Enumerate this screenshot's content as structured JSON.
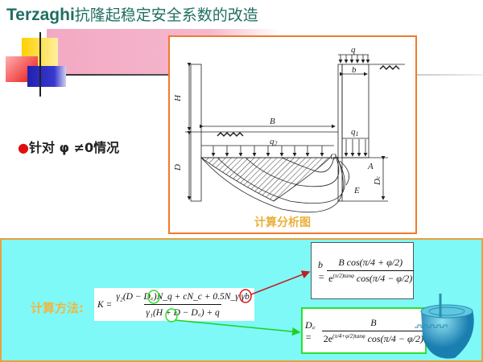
{
  "slide": {
    "title_latin": "Terzaghi",
    "title_cn": "抗隆起稳定安全系数的改造",
    "bullet": "针对 φ ≠0情况",
    "bullet_marker": "●"
  },
  "diagram": {
    "caption": "计算分析图",
    "labels": {
      "H": "H",
      "D": "D",
      "B": "B",
      "q": "q",
      "b": "b",
      "q1": "q",
      "q1_sub": "1",
      "q2": "q",
      "q2_sub": "2",
      "O": "O",
      "A": "A",
      "E": "E",
      "Dc": "D",
      "Dc_sub": "c"
    }
  },
  "method": {
    "label": "计算方法:",
    "k_formula": {
      "lhs": "K =",
      "numerator": "γ₂(D − D꜀)N_q + cN_c + 0.5N_γ γb",
      "denominator": "γ₁(H + D − D꜀) + q"
    },
    "b_formula": {
      "lhs": "b =",
      "numerator": "B cos(π/4 + φ/2)",
      "denominator_exp": "e",
      "denominator_sup": "(π/2)tanφ",
      "denominator_rest": " cos(π/4 − φ/2)"
    },
    "dc_formula": {
      "lhs": "D꜀ =",
      "numerator": "B",
      "denominator_exp": "2e",
      "denominator_sup": "(π/4+φ/2)tanφ",
      "denominator_rest": " cos(π/4 − φ/2)"
    }
  },
  "colors": {
    "title": "#1f6e62",
    "accent_orange": "#f07a2a",
    "caption": "#e9b03a",
    "panel_bg": "#7ff8f8",
    "highlight_green": "#2fe02f",
    "highlight_red": "#d01818"
  }
}
